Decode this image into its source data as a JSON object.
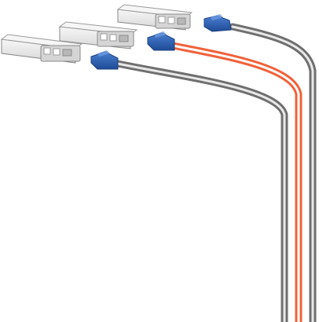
{
  "colors": {
    "background": "#ffffff",
    "cable_gray": "#6f6f6f",
    "cable_gray_core": "#e9e9e9",
    "cable_orange": "#f0623a",
    "cable_orange_core": "#ffffff",
    "connector_blue": "#2f63b8",
    "connector_blue_dark": "#1c3f7f",
    "module_body": "#ececec",
    "module_shadow": "#bdbdbd",
    "module_outline": "#8a8a8a",
    "metal_latch": "#b8b8b8"
  },
  "items": [
    {
      "id": "module-back",
      "cable": "gray"
    },
    {
      "id": "module-middle",
      "cable": "orange"
    },
    {
      "id": "module-front",
      "cable": "gray"
    }
  ]
}
